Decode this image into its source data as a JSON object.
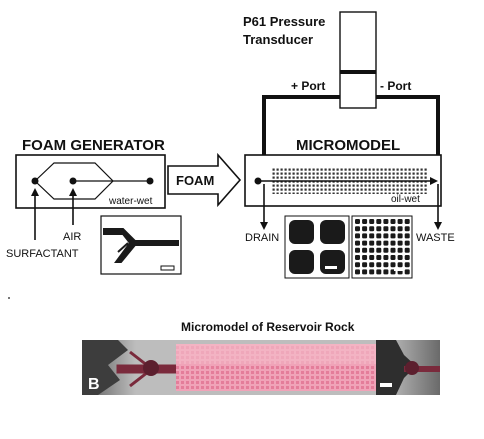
{
  "transducer": {
    "line1": "P61 Pressure",
    "line2": "Transducer"
  },
  "ports": {
    "plus": "+ Port",
    "minus": "- Port"
  },
  "foam_generator": {
    "title": "FOAM GENERATOR",
    "wettability": "water-wet"
  },
  "arrow_label": "FOAM",
  "micromodel": {
    "title": "MICROMODEL",
    "wettability": "oil-wet"
  },
  "inlets": {
    "air": "AIR",
    "surfactant": "SURFACTANT"
  },
  "outlets": {
    "drain": "DRAIN",
    "waste": "WASTE"
  },
  "photo": {
    "caption": "Micromodel of Reservoir Rock",
    "panel_letter": "B"
  },
  "colors": {
    "ink": "#111111",
    "foam_pink": "#e58fa6",
    "plate_gray": "#9a9a9a"
  }
}
